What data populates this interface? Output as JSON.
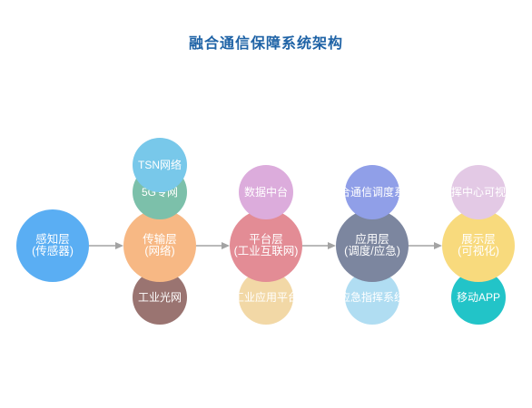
{
  "title": "融合通信保障系统架构",
  "layers": [
    {
      "id": "perception",
      "line1": "感知层",
      "line2": "(传感器)",
      "color": "#5aaef3"
    },
    {
      "id": "transport",
      "line1": "传输层",
      "line2": "(网络)",
      "color": "#f7b884"
    },
    {
      "id": "platform",
      "line1": "平台层",
      "line2": "(工业互联网)",
      "color": "#e38c95"
    },
    {
      "id": "application",
      "line1": "应用层",
      "line2": "(调度/应急)",
      "color": "#7c869f"
    },
    {
      "id": "display",
      "line1": "展示层",
      "line2": "(可视化)",
      "color": "#f8da7d"
    }
  ],
  "sub_nodes": [
    {
      "id": "tsn",
      "label": "TSN网络",
      "color": "#78c8ea"
    },
    {
      "id": "5g",
      "label": "5G专网",
      "color": "#7cc0aa"
    },
    {
      "id": "industrial-optical",
      "label": "工业光网",
      "color": "#9a7471"
    },
    {
      "id": "data-middle",
      "label": "数据中台",
      "color": "#dcacdc"
    },
    {
      "id": "industrial-app-platform",
      "label": "工业应用平台",
      "color": "#f2d8a6"
    },
    {
      "id": "converged-dispatch",
      "label": "融合通信调度系统",
      "color": "#909fe8"
    },
    {
      "id": "emergency-command",
      "label": "应急指挥系统",
      "color": "#b0ddf2"
    },
    {
      "id": "command-center-vis",
      "label": "指挥中心可视化",
      "color": "#e3c9e5"
    },
    {
      "id": "mobile-app",
      "label": "移动APP",
      "color": "#22c4c8"
    }
  ]
}
